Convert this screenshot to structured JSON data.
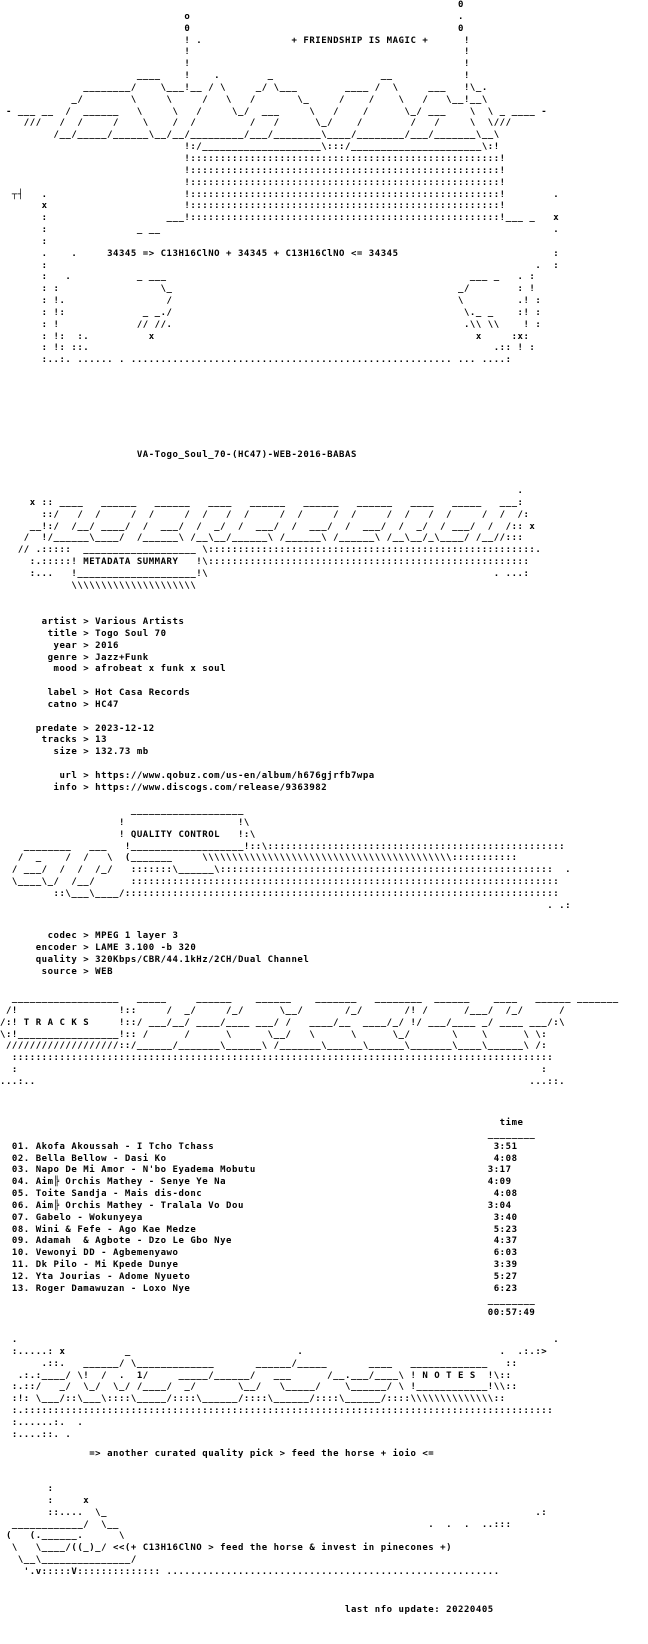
{
  "header_art": "                                                                             0\n                               o                                             .\n                               0                                             0\n                               ! .               + FRIENDSHIP IS MAGIC +      !\n                               !                                              !\n                               !                                              !\n                       ____    !    .        _                  __            !\n              ________/    \\___!__ / \\     _/ \\___        ____ /  \\     ___   !\\_.\n            _/        \\     \\     /   \\   /       \\_     /    /    \\   /   \\__!__\\\n - ___ __  /  ______   \\     \\   /     \\_/  ___     \\   /    /      \\_/ ___    \\  \\ _ ____ -\n    ///   /  /     /    \\    /  /         /   /      \\_/    /        /   /     \\  \\///\n         /__/_____/______\\__/__/_________/___/________\\____/________/___/_______\\__\\\n                               !:/____________________\\:::/______________________\\:!\n                               !::::::::::::::::::::::::::::::::::::::::::::::::::::!\n                               !::::::::::::::::::::::::::::::::::::::::::::::::::::!\n                               !::::::::::::::::::::::::::::::::::::::::::::::::::::!\n  ┬┤   .                       !::::::::::::::::::::::::::::::::::::::::::::::::::::!        .\n       x                       !::::::::::::::::::::::::::::::::::::::::::::::::::::!\n       :                    ___!::::::::::::::::::::::::::::::::::::::::::::::::::::!___ _   x\n       :               _ __                                                                  .\n       :\n       .    .     34345 => C13H16ClNO + 34345 + C13H16ClNO <= 34345                          :\n       :                                                                                  .  :\n       :   .           _ ___                                                   ___ _   . :\n       : :                 \\_                                                _/        : !\n       : !.                 /                                                \\         .! :\n       : !:             _ _./                                                 \\._ _    :! :\n       : !             // //.                                                 .\\\\ \\\\    ! :\n       : !:  :.          x                                                      x     :x:\n       : !: ::.                                                                    .:: ! :\n       :..:. ...... . ...................................................... ... ....:",
  "release_name": "                       VA-Togo_Soul_70-(HC47)-WEB-2016-BABAS",
  "metadata_banner": "                                                                                       .\n     x :: ____   ______   ______   ____   ______   ______   ______   ____   _____   ___:\n       ::/   /  /     /  /     /  /   /  /     /  /     /  /     /  /   /  /     /  /  /:\n     __!:/  /__/ ____/  /  ___/  /  _/  /  ___/  /  ___/  /  ___/  /  _/  / ___/  /  /:: x\n    /  !/______\\____/  /______\\ /__\\__/______\\ /______\\ /______\\ /__\\__/_\\____/ /__//:::\n   // .:::::  ___________________ \\:::::::::::::::::::::::::::::::::::::::::::::::::::::::.\n     :.:::::! METADATA SUMMARY   !\\::::::::::::::::::::::::::::::::::::::::::::::::::::::\n     :...   !____________________!\\                                                . ...:\n            \\\\\\\\\\\\\\\\\\\\\\\\\\\\\\\\\\\\\\\\\\",
  "metadata_fields": [
    "       artist > Various Artists",
    "        title > Togo Soul 70",
    "         year > 2016",
    "        genre > Jazz+Funk",
    "         mood > afrobeat x funk x soul",
    "",
    "        label > Hot Casa Records",
    "        catno > HC47",
    "",
    "      predate > 2023-12-12",
    "       tracks > 13",
    "         size > 132.73 mb",
    "",
    "          url > https://www.qobuz.com/us-en/album/h676gjrfb7wpa",
    "         info > https://www.discogs.com/release/9363982"
  ],
  "quality_banner": "                      ___________________\n                    !                   !\\\n                    ! QUALITY CONTROL   !:\\\n    ________   ___   !___________________!::\\::::::::::::::::::::::::::::::::::::::::::::::::::\n   /  _    /  /   \\  (_______     \\\\\\\\\\\\\\\\\\\\\\\\\\\\\\\\\\\\\\\\\\\\\\\\\\\\\\\\\\\\\\\\\\\\\\\\\\\\\\\\\\\\:::::::::::\n  / ___/  /  /  /_/   :::::::\\______\\::::::::::::::::::::::::::::::::::::::::::::::::::::::::  .\n  \\____\\_/  /__/      ::::::::::::::::::::::::::::::::::::::::::::::::::::::::::::::::::::::::\n         ::\\___\\____/:::::::::::::::::::::::::::::::::::::::::::::::::::::::::::::::::::::::::\n                                                                                            . .:",
  "quality_fields": [
    "        codec > MPEG 1 layer 3",
    "      encoder > LAME 3.100 -b 320",
    "      quality > 320Kbps/CBR/44.1kHz/2CH/Dual Channel",
    "       source > WEB"
  ],
  "tracks_banner": "  __________________   _____     ______    ______    _______   ________  ______    ____   ______ _______\n /!                 !::     /  _/     /_/      \\__/       /_/       /! /      /___/  /_/      /\n/:! T R A C K S     !::/ ___/__/ ____/____ ___/ /   ____/__  ____/_/ !/ ___/____ _/ ____ ___/:\\\n\\:!_________________!:: /      /      \\      \\__/   \\      \\      \\_/       \\    \\      \\ \\:\n ///////////////////::/______/_______\\______\\ /_______\\______\\______\\_______\\____\\______\\ /:\n  :::::::::::::::::::::::::::::::::::::::::::::::::::::::::::::::::::::::::::::::::::::::::::\n  :                                                                                        :\n...:..                                                                                   ...::.",
  "tracks_header": "                                                                                    time\n                                                                                  ________",
  "tracks": [
    {
      "line": "  01. Akofa Akoussah - I Tcho Tchass                                               3:51"
    },
    {
      "line": "  02. Bella Bellow - Dasi Ko                                                       4:08"
    },
    {
      "line": "  03. Napo De Mi Amor - N'bo Eyadema Mobutu                                       3:17"
    },
    {
      "line": "  04. Aim╠ Orchis Mathey - Senye Ye Na                                            4:09"
    },
    {
      "line": "  05. Toite Sandja - Mais dis-donc                                                 4:08"
    },
    {
      "line": "  06. Aim╠ Orchis Mathey - Tralala Vo Dou                                         3:04"
    },
    {
      "line": "  07. Gabelo - Wokunyeya                                                           3:40"
    },
    {
      "line": "  08. Wini & Fefe - Ago Kae Medze                                                  5:23"
    },
    {
      "line": "  09. Adamah  & Agbote - Dzo Le Gbo Nye                                            4:37"
    },
    {
      "line": "  10. Vewonyi DD - Agbemenyawo                                                     6:03"
    },
    {
      "line": "  11. Dk Pilo - Mi Kpede Dunye                                                     3:39"
    },
    {
      "line": "  12. Yta Jourias - Adome Nyueto                                                   5:27"
    },
    {
      "line": "  13. Roger Damawuzan - Loxo Nye                                                   6:23"
    }
  ],
  "tracks_footer": "                                                                                  ________\n                                                                                  00:57:49",
  "notes_banner": "  .                                                                                          .\n  :.....: x          _                            .                                 .  .:.:>\n       .::.   ______/ \\_____________       ______/_____       ____   _____________   ::\n   .:.:____/ \\!  /  .  1/     _____/______/   ___      /__.___/____\\ ! N O T E S  !\\::\n  :.::/   _/  \\_/  \\_/ /____/  _/       \\__/   \\_____/    \\______/ \\ !____________!\\\\::\n  :!: \\___/::\\___\\::::\\_____/::::\\______/::::\\______/::::\\______/::::\\\\\\\\\\\\\\\\\\\\\\\\\\\\::\n  :.:::::::::::::::::::::::::::::::::::::::::::::::::::::::::::::::::::::::::::::::::::::::::\n  :......:.  .                                                                               \n  :....::. .",
  "notes_line": "               => another curated quality pick > feed the horse + ioio <=",
  "footer_art": "        :\n        :     x\n        ::....  \\_                                                                        .:\n  ____________/  \\__                                                    .  .  .  ..:::\n (   (.______.      \\\n  \\   \\____/((_)_/ <<(+ C13H16ClNO > feed the horse & invest in pinecones +)\n   \\__\\_______________/\n    '.v:::::V:::::::::::::: ........................................................",
  "footer_date": "                                                          last nfo update: 20220405"
}
